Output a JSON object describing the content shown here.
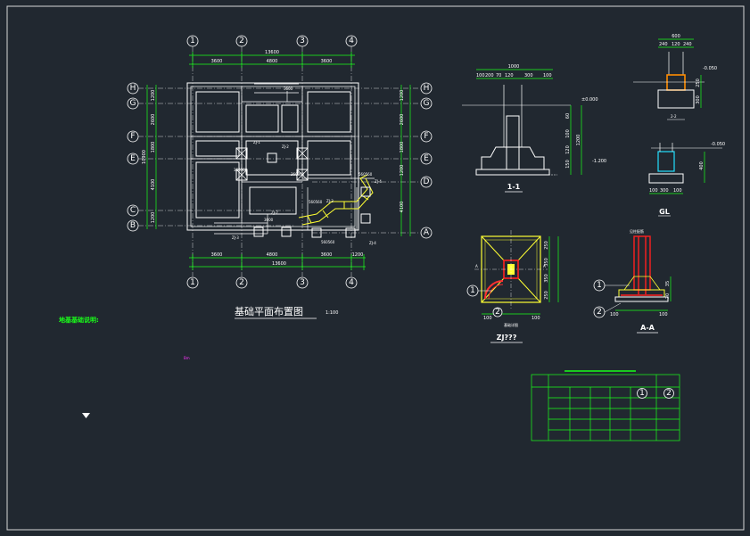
{
  "plan": {
    "title": "基础平面布置图",
    "scale": "1:100",
    "axes_cols": [
      "1",
      "2",
      "3",
      "4"
    ],
    "axes_rows_left": [
      "H",
      "G",
      "F",
      "E",
      "C",
      "B"
    ],
    "axes_rows_right": [
      "H",
      "G",
      "F",
      "E",
      "D",
      "A"
    ],
    "top_dims": [
      "3600",
      "4800",
      "3600"
    ],
    "top_total": "13600",
    "bottom_dims": [
      "3600",
      "4800",
      "3600",
      "1200"
    ],
    "bottom_total": "13600",
    "left_dims": [
      "1200",
      "2600",
      "1800",
      "4100",
      "1200"
    ],
    "left_total": "10900",
    "right_dims": [
      "1200",
      "2600",
      "1800",
      "1200",
      "4100"
    ],
    "inner_labels": [
      "3600",
      "3000",
      "360360",
      "360360",
      "560560",
      "560560",
      "560560"
    ],
    "column_tags": [
      "ZJ-1",
      "ZJ-2",
      "ZJ-3",
      "ZJ-4"
    ]
  },
  "notes": {
    "heading": "地基基础说明:",
    "magenta_label": "Bm"
  },
  "section_11": {
    "label": "1-1",
    "top_dim": "1000",
    "sub_dims": [
      "100",
      "200",
      "70",
      "120",
      "300",
      "100"
    ],
    "elev_top": "±0.000",
    "elev_bot": "-1.200",
    "right_dims": [
      "60",
      "100",
      "120",
      "150"
    ],
    "side_total": "1200"
  },
  "section_22": {
    "label": "2-2",
    "top_dim": "600",
    "sub_dims": [
      "240",
      "120",
      "240"
    ],
    "elev": "-0.050",
    "right_dims": [
      "250",
      "300"
    ]
  },
  "detail_gl": {
    "label": "GL",
    "elev": "-0.050",
    "right_dim": "400",
    "bottom_dims": [
      "100",
      "300",
      "100"
    ]
  },
  "footing_plan": {
    "label": "ZJ???",
    "sub_label": "基础详图",
    "marks": [
      "A",
      "A"
    ],
    "right_dims": [
      "250",
      "350",
      "350",
      "250"
    ],
    "bottom_dims": [
      "100",
      "100"
    ],
    "callouts": [
      "1",
      "2"
    ]
  },
  "section_aa": {
    "label": "A-A",
    "top_label": "见柱配筋",
    "callouts": [
      "1",
      "2"
    ],
    "bottom_dims": [
      "100",
      "100"
    ],
    "right_dims": [
      "35",
      "70"
    ]
  },
  "table": {
    "callouts": [
      "1",
      "2"
    ]
  }
}
